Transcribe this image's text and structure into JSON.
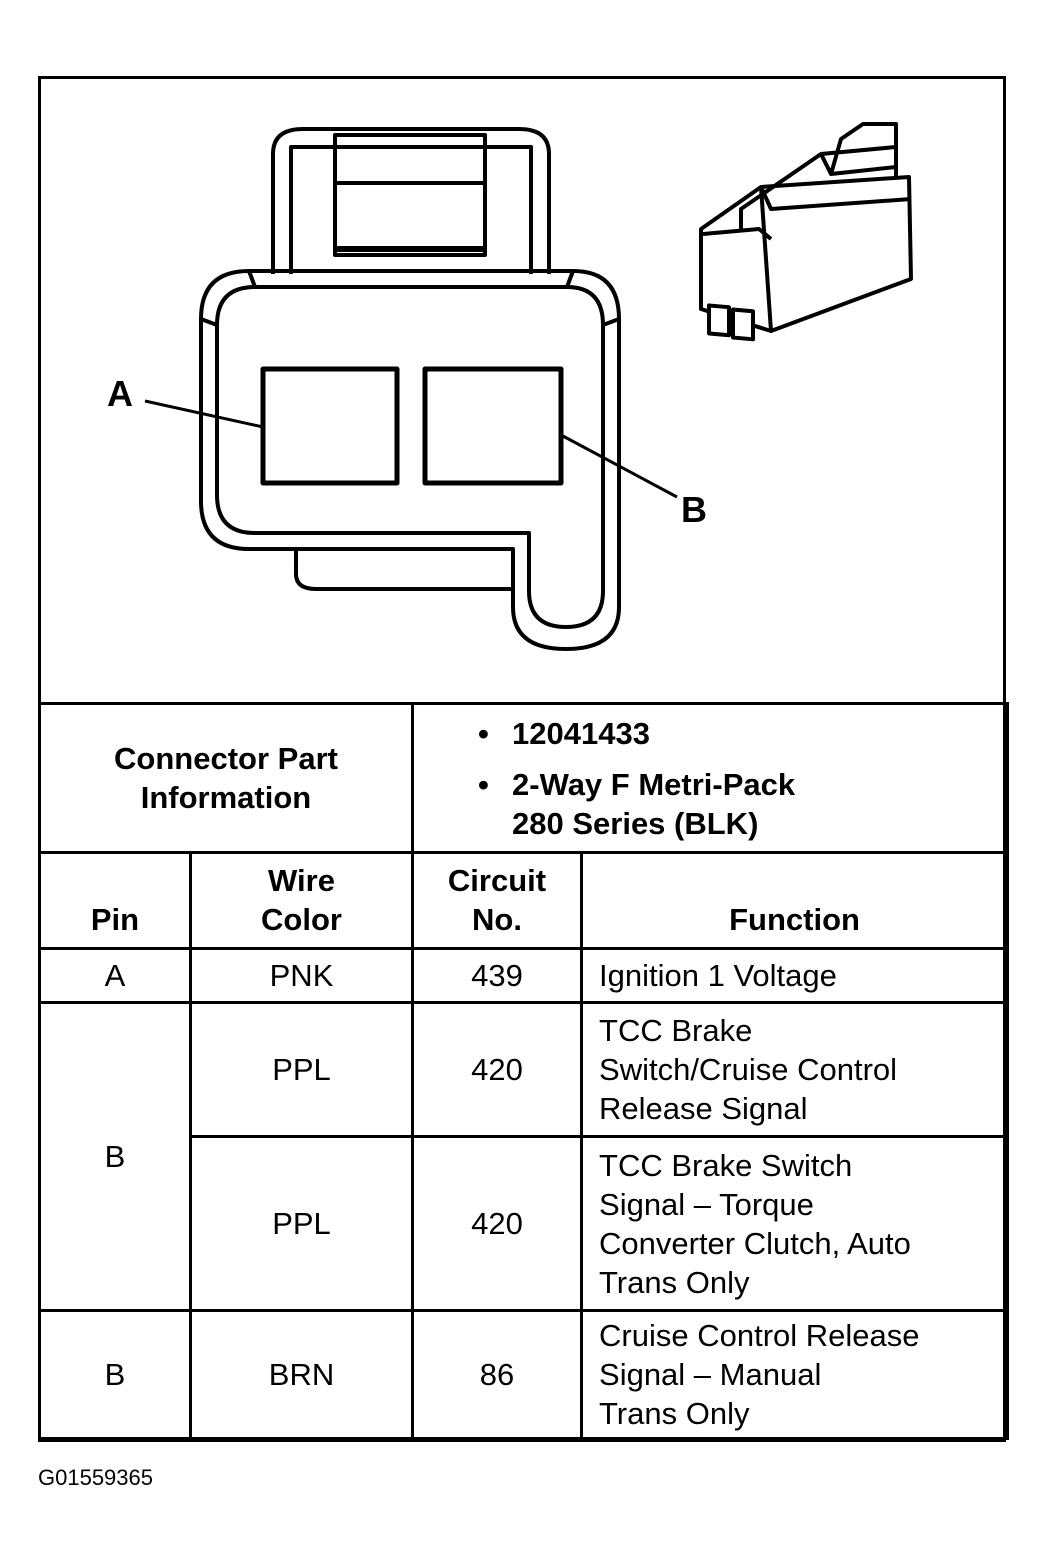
{
  "diagram": {
    "pin_labels": [
      "A",
      "B"
    ]
  },
  "connector_info": {
    "label_line1": "Connector Part",
    "label_line2": "Information",
    "part_number": "12041433",
    "description_line1": "2-Way F Metri-Pack",
    "description_line2": "280 Series (BLK)"
  },
  "table": {
    "headers": {
      "pin": "Pin",
      "wire_color_line1": "Wire",
      "wire_color_line2": "Color",
      "circuit_line1": "Circuit",
      "circuit_line2": "No.",
      "function": "Function"
    },
    "rows": [
      {
        "pin": "A",
        "wire": "PNK",
        "circuit": "439",
        "function": [
          "Ignition 1 Voltage"
        ]
      },
      {
        "pin": "B",
        "wire": "PPL",
        "circuit": "420",
        "function": [
          "TCC Brake",
          "Switch/Cruise Control",
          "Release Signal"
        ]
      },
      {
        "pin": "",
        "wire": "PPL",
        "circuit": "420",
        "function": [
          "TCC Brake Switch",
          "Signal – Torque",
          "Converter Clutch, Auto",
          "Trans Only"
        ]
      },
      {
        "pin": "B",
        "wire": "BRN",
        "circuit": "86",
        "function": [
          "Cruise Control Release",
          "Signal – Manual",
          "Trans Only"
        ]
      }
    ]
  },
  "figure_id": "G01559365"
}
